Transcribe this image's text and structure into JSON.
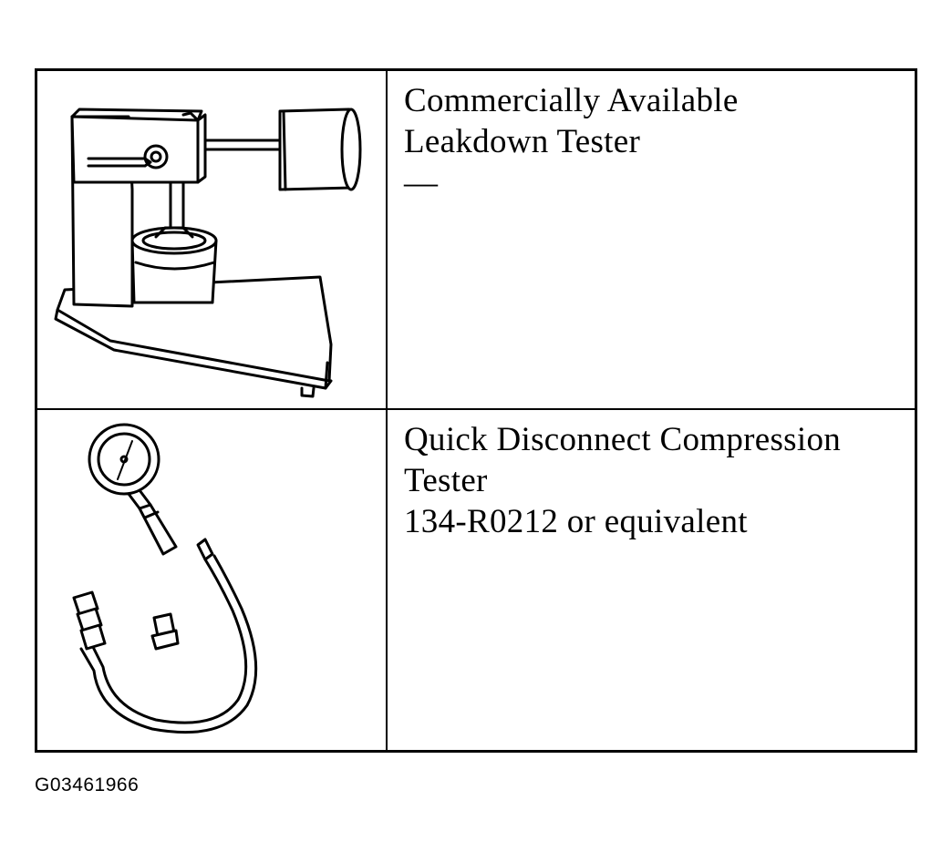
{
  "tools": [
    {
      "lines": [
        "Commercially Available",
        "Leakdown Tester",
        "—"
      ],
      "illustration_icon": "leakdown-tester-icon"
    },
    {
      "lines": [
        "Quick Disconnect Compression",
        "Tester",
        "134-R0212 or equivalent"
      ],
      "illustration_icon": "compression-tester-icon"
    }
  ],
  "figure_code": "G03461966"
}
